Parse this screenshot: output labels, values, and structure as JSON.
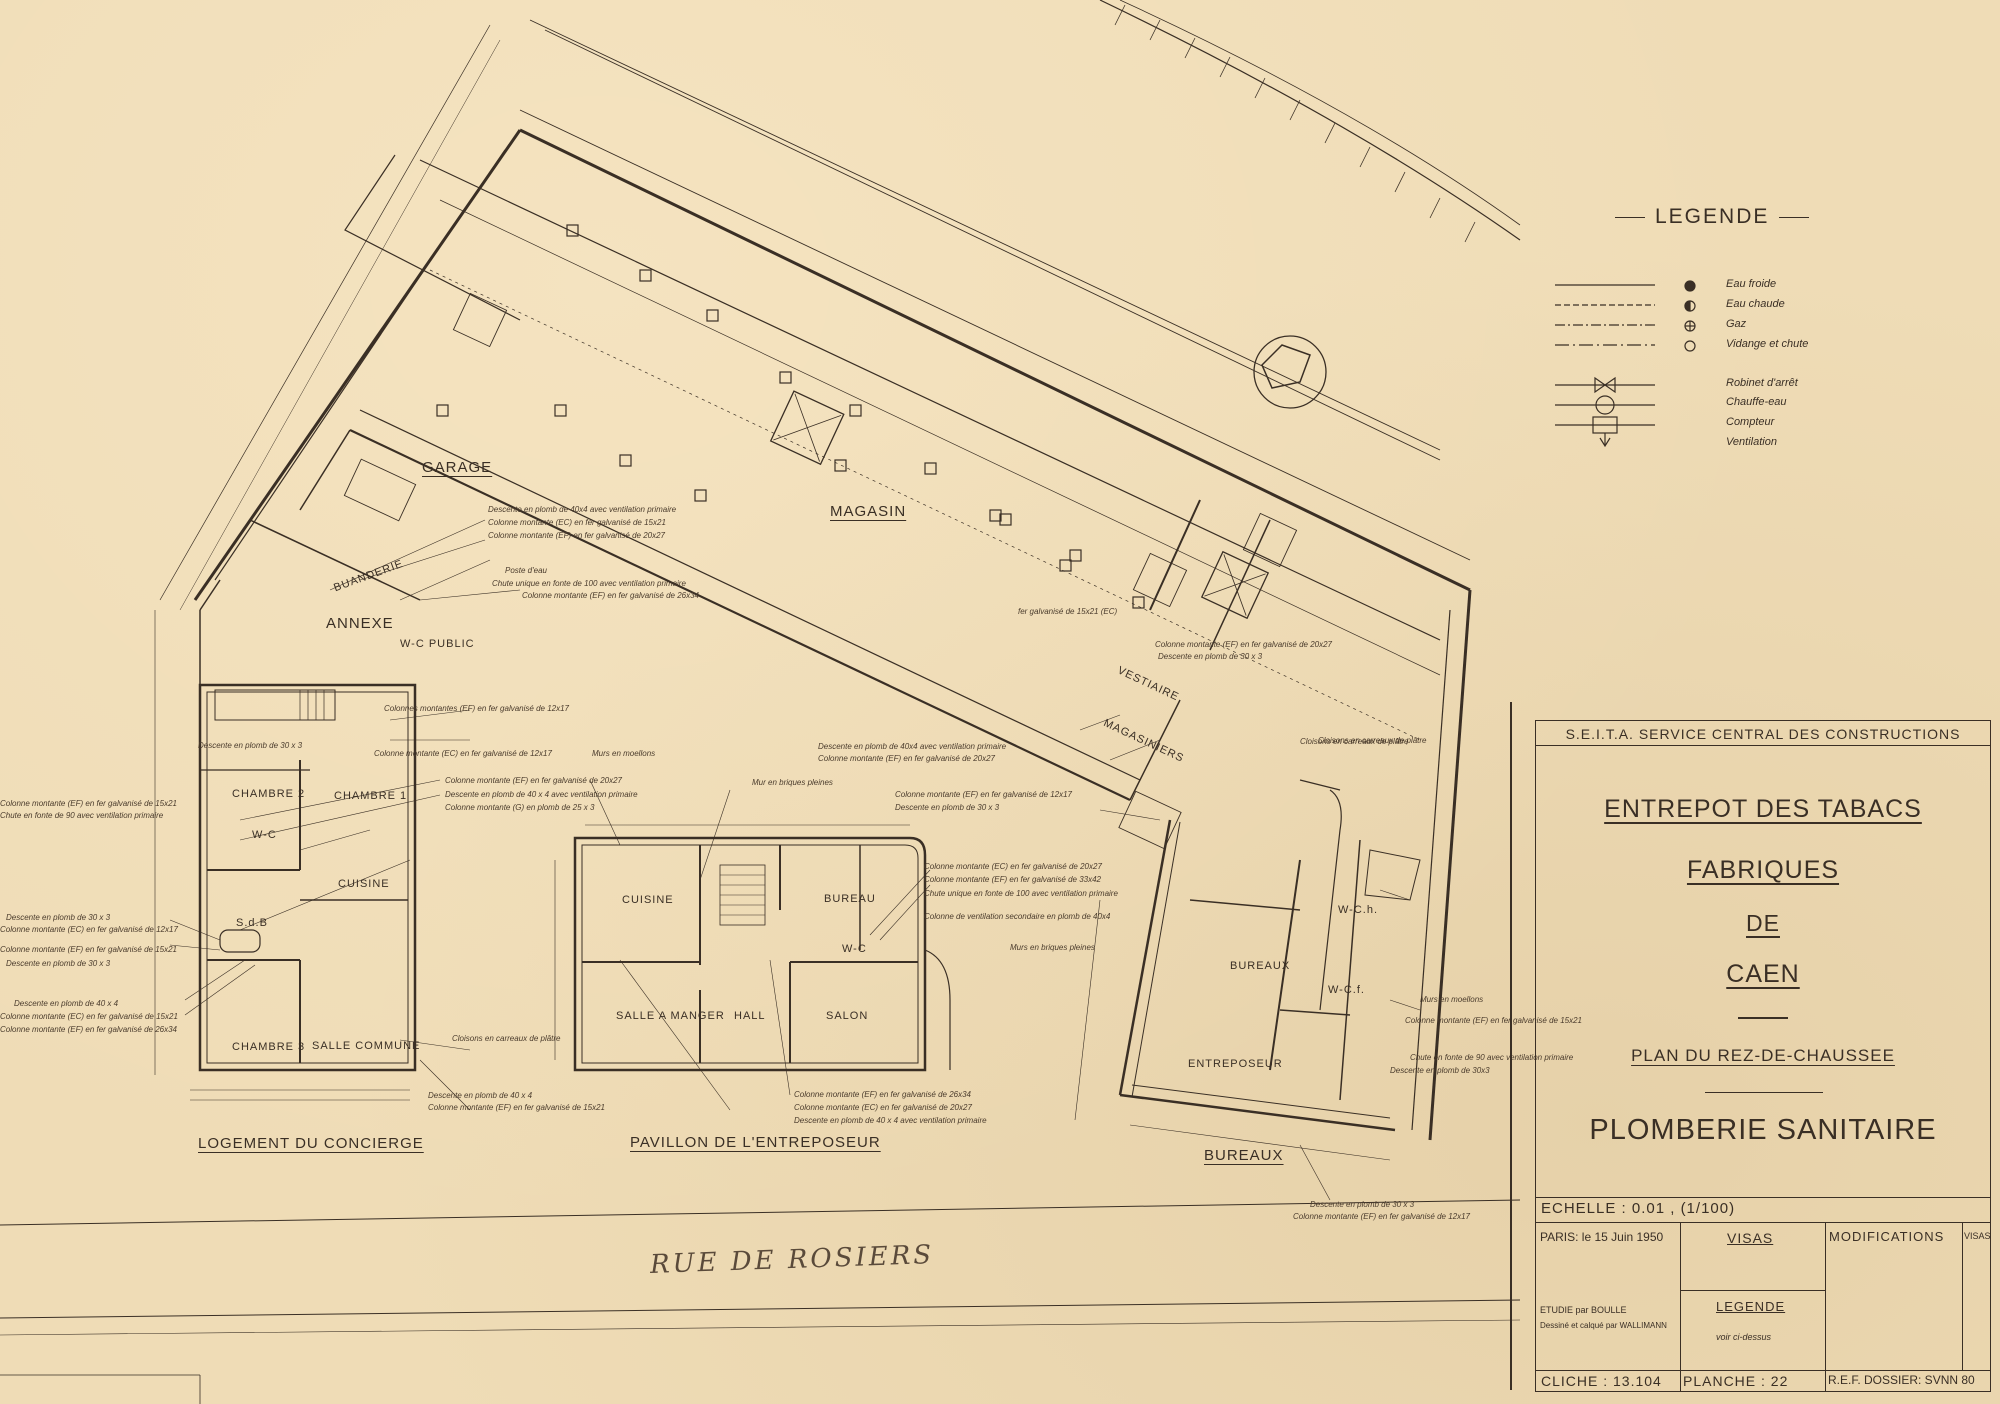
{
  "rooms": {
    "garage": "GARAGE",
    "magasin": "MAGASIN",
    "buanderie": "BUANDERIE",
    "annexe": "ANNEXE",
    "wc_public": "W-C PUBLIC",
    "vestiaire": "VESTIAIRE",
    "magasiniers": "MAGASINIERS",
    "chambre2": "CHAMBRE 2",
    "chambre1": "CHAMBRE 1",
    "wc_concierge": "W-C",
    "cuisine_concierge": "CUISINE",
    "sdb": "S.d.B",
    "chambre3": "CHAMBRE 3",
    "salle_commune": "SALLE COMMUNE",
    "cuisine_pavillon": "CUISINE",
    "bureau": "BUREAU",
    "wc_pavillon": "W-C",
    "salle_a_manger": "SALLE A MANGER",
    "hall": "HALL",
    "salon": "SALON",
    "bureaux_room": "BUREAUX",
    "entreposeur_room": "ENTREPOSEUR",
    "wch": "W-C.h.",
    "wcf": "W-C.f."
  },
  "sections": {
    "logement": "LOGEMENT DU CONCIERGE",
    "pavillon": "PAVILLON DE L'ENTREPOSEUR",
    "bureaux": "BUREAUX"
  },
  "street": "RUE DE ROSIERS",
  "notes": {
    "n1": "Descente en plomb de 40x4 avec ventilation primaire",
    "n2": "Colonne montante (EC) en fer galvanisé de 15x21",
    "n3": "Colonne montante (EF) en fer galvanisé de 20x27",
    "n4": "Poste d'eau",
    "n5": "Chute unique en fonte de 100 avec ventilation primaire",
    "n6": "Colonne montante (EF) en fer galvanisé de 26x34",
    "n7": "Colonnes montantes (EF) en fer galvanisé de 12x17",
    "n8": "Descente en plomb de 30 x 3",
    "n9": "Colonne montante (EC) en fer galvanisé de 12x17",
    "n10": "Murs en moellons",
    "n11": "Mur en briques pleines",
    "n12": "Colonne montante (EF) en fer galvanisé de 20x27",
    "n13": "Descente en plomb de 40 x 4 avec ventilation primaire",
    "n14": "Colonne montante (G) en plomb de 25 x 3",
    "n15": "Descente en plomb de 40x4 avec ventilation primaire",
    "n16": "Colonne montante (EF) en fer galvanisé de 20x27",
    "n17": "Colonne montante (EF) en fer galvanisé de 12x17",
    "n18": "Descente en plomb de 30 x 3",
    "n19": "Colonne montante (EC) en fer galvanisé de 20x27",
    "n20": "Colonne montante (EF) en fer galvanisé de 33x42",
    "n21": "Chute unique en fonte de 100 avec ventilation primaire",
    "n22": "Colonne de ventilation secondaire en plomb de 40x4",
    "n23": "Murs en briques pleines",
    "n24": "Cloisons en carreaux de plâtre",
    "n25": "Colonne montante (EF) en fer galvanisé de 20x27",
    "n26": "Descente en plomb de 30 x 3",
    "n27": "Colonne montante (EF) en fer galvanisé de 15x21",
    "n28": "Chute en fonte de 90 avec ventilation primaire",
    "n29": "Descente en plomb de 30 x 3",
    "n30": "Colonne montante (EC) en fer galvanisé de 12x17",
    "n31": "Colonne montante (EF) en fer galvanisé de 15x21",
    "n32": "Descente en plomb de 30 x 3",
    "n33": "Descente en plomb de 40 x 4",
    "n34": "Colonne montante (EC) en fer galvanisé de 15x21",
    "n35": "Colonne montante (EF) en fer galvanisé de 26x34",
    "n36": "Cloisons en carreaux de plâtre",
    "n37": "Descente en plomb de 40 x 4",
    "n38": "Colonne montante (EF) en fer galvanisé de 15x21",
    "n39": "Colonne montante (EF) en fer galvanisé de 26x34",
    "n40": "Colonne montante (EC) en fer galvanisé de 20x27",
    "n41": "Descente en plomb de 40 x 4 avec ventilation primaire",
    "n42": "Descente en plomb de 30 x 3",
    "n43": "Colonne montante (EF) en fer galvanisé de 12x17",
    "n44": "Cloisons en carreaux de plâtre",
    "n45": "Colonne montante (EF) en fer galvanisé de 15x21",
    "n46": "Chute en fonte de 90 avec ventilation primaire",
    "n47": "Descente en plomb de 30x3",
    "n48": "Murs en moellons",
    "n49": "fer galvanisé de 15x21 (EC)"
  },
  "legend": {
    "title": "LEGENDE",
    "items": [
      "Eau froide",
      "Eau chaude",
      "Gaz",
      "Vidange et chute",
      "Robinet d'arrêt",
      "Chauffe-eau",
      "Compteur",
      "Ventilation"
    ]
  },
  "title_block": {
    "service": "S.E.I.T.A. SERVICE CENTRAL DES CONSTRUCTIONS",
    "line1": "ENTREPOT DES TABACS",
    "line2": "FABRIQUES",
    "line3": "DE",
    "line4": "CAEN",
    "plan": "PLAN DU REZ-DE-CHAUSSEE",
    "subject": "PLOMBERIE SANITAIRE",
    "echelle": "ECHELLE : 0.01 , (1/100)",
    "paris": "PARIS: le 15 Juin 1950",
    "visas": "VISAS",
    "modifications": "MODIFICATIONS",
    "visas2": "VISAS",
    "etudie": "ETUDIE par BOULLE",
    "dessine": "Dessiné et calqué par WALLIMANN",
    "legende": "LEGENDE",
    "voir": "voir ci-dessus",
    "cliche": "CLICHE : 13.104",
    "planche": "PLANCHE : 22",
    "ref": "R.E.F. DOSSIER: SVNN 80"
  }
}
